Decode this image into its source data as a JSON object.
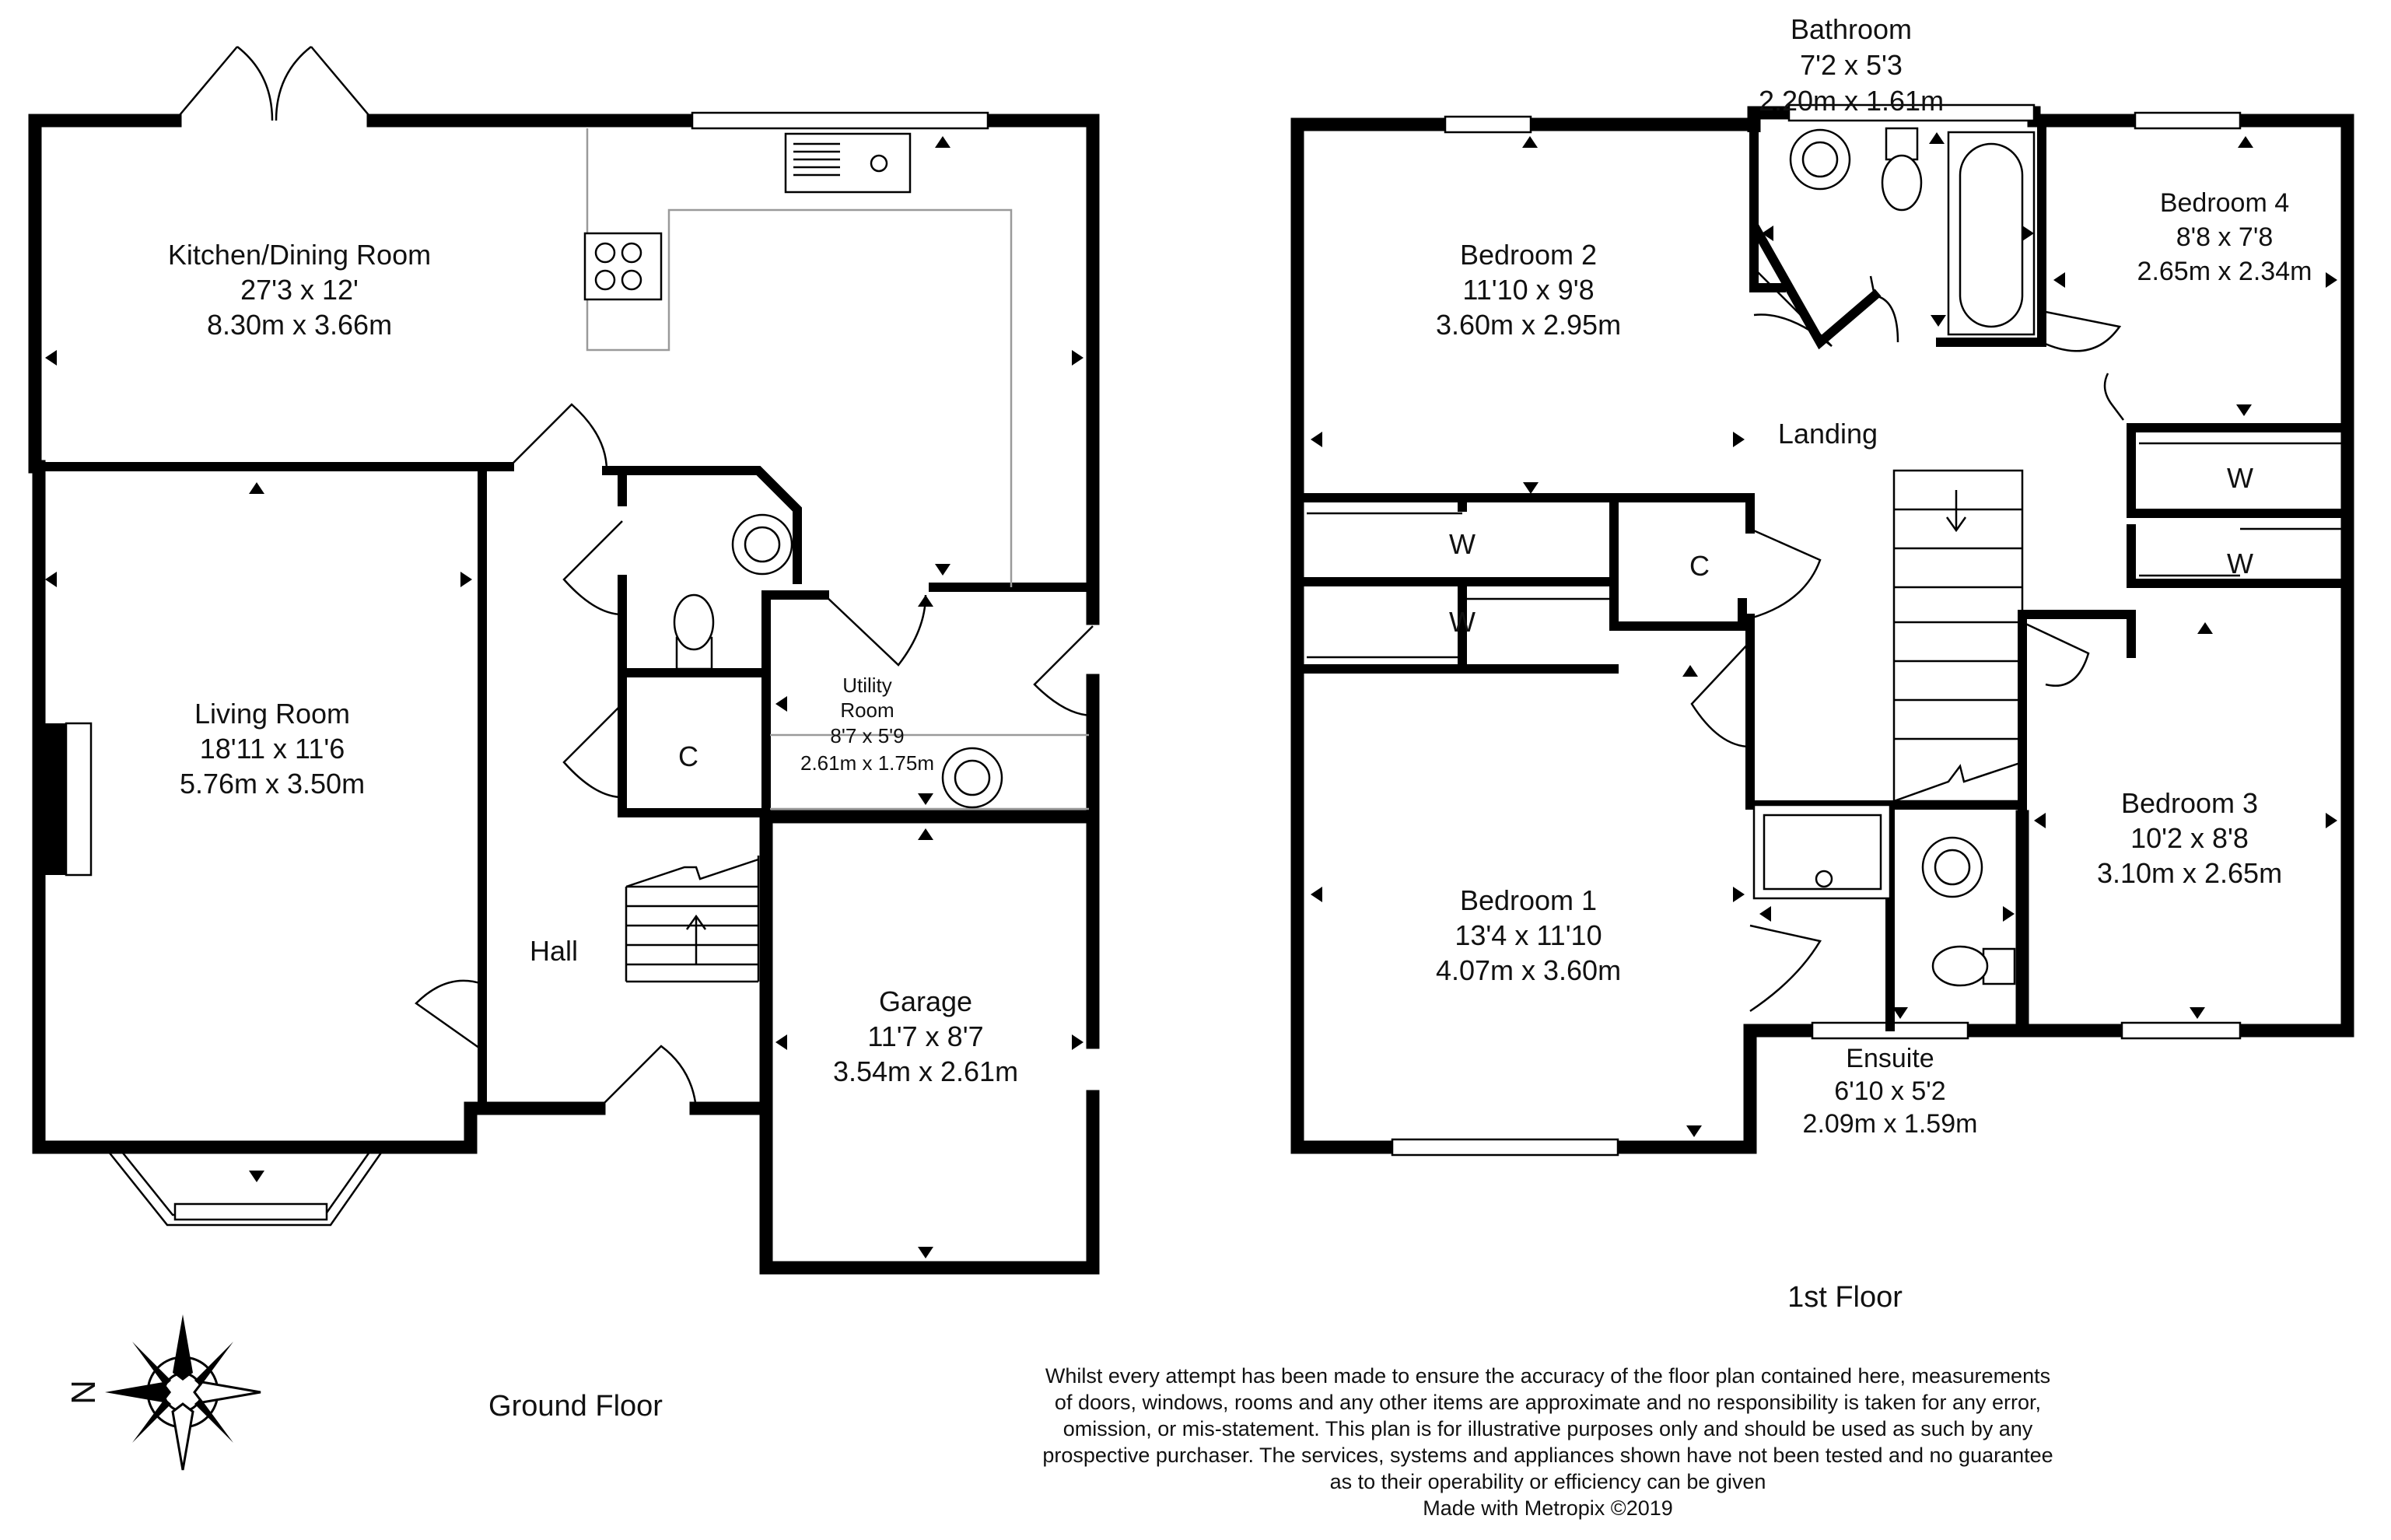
{
  "floors": {
    "ground": {
      "label": "Ground Floor",
      "rooms": {
        "kitchen": {
          "name": "Kitchen/Dining Room",
          "imperial": "27'3 x 12'",
          "metric": "8.30m x 3.66m"
        },
        "living": {
          "name": "Living Room",
          "imperial": "18'11 x 11'6",
          "metric": "5.76m x 3.50m"
        },
        "utility_name1": "Utility",
        "utility_name2": "Room",
        "utility_imperial": "8'7 x 5'9",
        "utility_metric": "2.61m x 1.75m",
        "garage": {
          "name": "Garage",
          "imperial": "11'7 x 8'7",
          "metric": "3.54m x 2.61m"
        },
        "hall": "Hall",
        "cupboard": "C"
      }
    },
    "first": {
      "label": "1st Floor",
      "rooms": {
        "bathroom": {
          "name": "Bathroom",
          "imperial": "7'2 x 5'3",
          "metric": "2.20m x 1.61m"
        },
        "bedroom2": {
          "name": "Bedroom 2",
          "imperial": "11'10 x 9'8",
          "metric": "3.60m x 2.95m"
        },
        "bedroom4": {
          "name": "Bedroom 4",
          "imperial": "8'8 x 7'8",
          "metric": "2.65m x 2.34m"
        },
        "bedroom1": {
          "name": "Bedroom 1",
          "imperial": "13'4 x 11'10",
          "metric": "4.07m x 3.60m"
        },
        "bedroom3": {
          "name": "Bedroom 3",
          "imperial": "10'2 x 8'8",
          "metric": "3.10m x 2.65m"
        },
        "ensuite": {
          "name": "Ensuite",
          "imperial": "6'10 x 5'2",
          "metric": "2.09m x 1.59m"
        },
        "landing": "Landing",
        "cupboard": "C",
        "wardrobe": "W"
      }
    }
  },
  "compass": {
    "north_letter": "N"
  },
  "disclaimer": {
    "line1": "Whilst every attempt has been made to ensure the accuracy of the floor plan contained here, measurements",
    "line2": "of doors, windows, rooms and any other items are approximate and no responsibility is taken for any error,",
    "line3": "omission, or mis-statement. This plan is for illustrative purposes only and should be used as such by any",
    "line4": "prospective purchaser. The services, systems and appliances shown have not been tested and no guarantee",
    "line5": "as to their operability or efficiency can be given",
    "credit": "Made with Metropix ©2019"
  }
}
